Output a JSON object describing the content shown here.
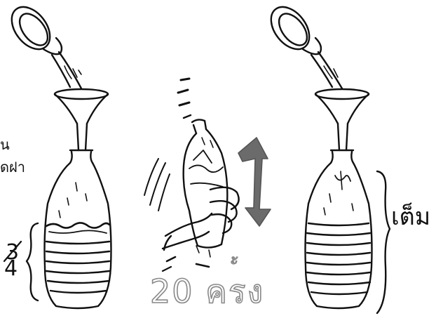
{
  "labels": {
    "step1_text_top": "น",
    "step1_text_bottom": "ดฝา",
    "fraction_numerator": "3",
    "fraction_denominator": "4",
    "shake_count": "20 ครง",
    "shake_count_tone": "ั้",
    "full_label": "เต็ม"
  },
  "colors": {
    "ink": "#111111",
    "arrow": "#6b6b6b",
    "outline_text": "#888888",
    "background": "#ffffff"
  },
  "icons": {
    "scoop_left": "scoop-pour-icon",
    "funnel_left": "funnel-icon",
    "bottle_left": "bottle-three-quarter-icon",
    "shake_bottle": "hand-shaking-bottle-icon",
    "shake_arrow": "double-arrow-icon",
    "scoop_right": "scoop-pour-icon",
    "funnel_right": "funnel-icon",
    "bottle_right": "bottle-full-icon"
  }
}
